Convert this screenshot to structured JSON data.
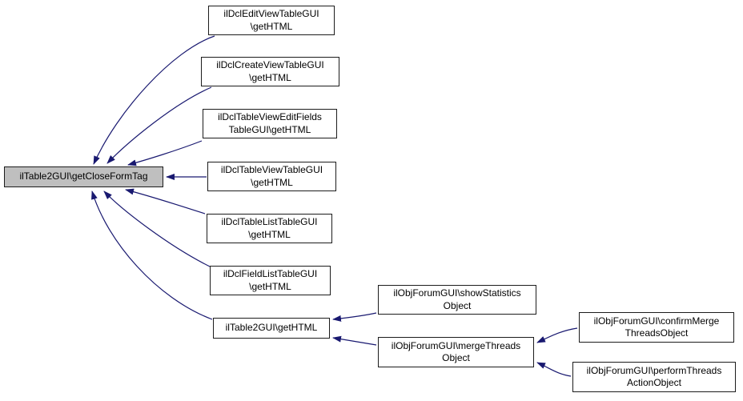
{
  "diagram": {
    "type": "call-graph",
    "description": "Caller graph: arrows point from calling functions to the called function",
    "colors": {
      "background": "#ffffff",
      "edge": "#191970",
      "node_fill": "#ffffff",
      "node_border": "#1c1c1c",
      "highlight_fill": "#bfbfbf",
      "text": "#000000"
    },
    "nodes": [
      {
        "id": "iltable2gui-getcloseformtag",
        "highlighted": true,
        "lines": [
          "ilTable2GUI\\getCloseFormTag"
        ]
      },
      {
        "id": "ildcleditviewtablegui-gethtml",
        "lines": [
          "ilDclEditViewTableGUI",
          "\\getHTML"
        ]
      },
      {
        "id": "ildclcreateviewtablegui-gethtml",
        "lines": [
          "ilDclCreateViewTableGUI",
          "\\getHTML"
        ]
      },
      {
        "id": "ildcltablevieweditfieldstablegui-gethtml",
        "lines": [
          "ilDclTableViewEditFields",
          "TableGUI\\getHTML"
        ]
      },
      {
        "id": "ildcltableviewtablegui-gethtml",
        "lines": [
          "ilDclTableViewTableGUI",
          "\\getHTML"
        ]
      },
      {
        "id": "ildcltablelisttablegui-gethtml",
        "lines": [
          "ilDclTableListTableGUI",
          "\\getHTML"
        ]
      },
      {
        "id": "ildclfieldlisttablegui-gethtml",
        "lines": [
          "ilDclFieldListTableGUI",
          "\\getHTML"
        ]
      },
      {
        "id": "iltable2gui-gethtml",
        "lines": [
          "ilTable2GUI\\getHTML"
        ]
      },
      {
        "id": "ilobjforumgui-showstatisticsobject",
        "lines": [
          "ilObjForumGUI\\showStatistics",
          "Object"
        ]
      },
      {
        "id": "ilobjforumgui-mergethreadsobject",
        "lines": [
          "ilObjForumGUI\\mergeThreads",
          "Object"
        ]
      },
      {
        "id": "ilobjforumgui-confirmmergethreadsobject",
        "lines": [
          "ilObjForumGUI\\confirmMerge",
          "ThreadsObject"
        ]
      },
      {
        "id": "ilobjforumgui-performthreadsactionobject",
        "lines": [
          "ilObjForumGUI\\performThreads",
          "ActionObject"
        ]
      }
    ],
    "edges": [
      {
        "from": "ildcleditviewtablegui-gethtml",
        "to": "iltable2gui-getcloseformtag"
      },
      {
        "from": "ildclcreateviewtablegui-gethtml",
        "to": "iltable2gui-getcloseformtag"
      },
      {
        "from": "ildcltablevieweditfieldstablegui-gethtml",
        "to": "iltable2gui-getcloseformtag"
      },
      {
        "from": "ildcltableviewtablegui-gethtml",
        "to": "iltable2gui-getcloseformtag"
      },
      {
        "from": "ildcltablelisttablegui-gethtml",
        "to": "iltable2gui-getcloseformtag"
      },
      {
        "from": "ildclfieldlisttablegui-gethtml",
        "to": "iltable2gui-getcloseformtag"
      },
      {
        "from": "iltable2gui-gethtml",
        "to": "iltable2gui-getcloseformtag"
      },
      {
        "from": "ilobjforumgui-showstatisticsobject",
        "to": "iltable2gui-gethtml"
      },
      {
        "from": "ilobjforumgui-mergethreadsobject",
        "to": "iltable2gui-gethtml"
      },
      {
        "from": "ilobjforumgui-confirmmergethreadsobject",
        "to": "ilobjforumgui-mergethreadsobject"
      },
      {
        "from": "ilobjforumgui-performthreadsactionobject",
        "to": "ilobjforumgui-mergethreadsobject"
      }
    ]
  }
}
